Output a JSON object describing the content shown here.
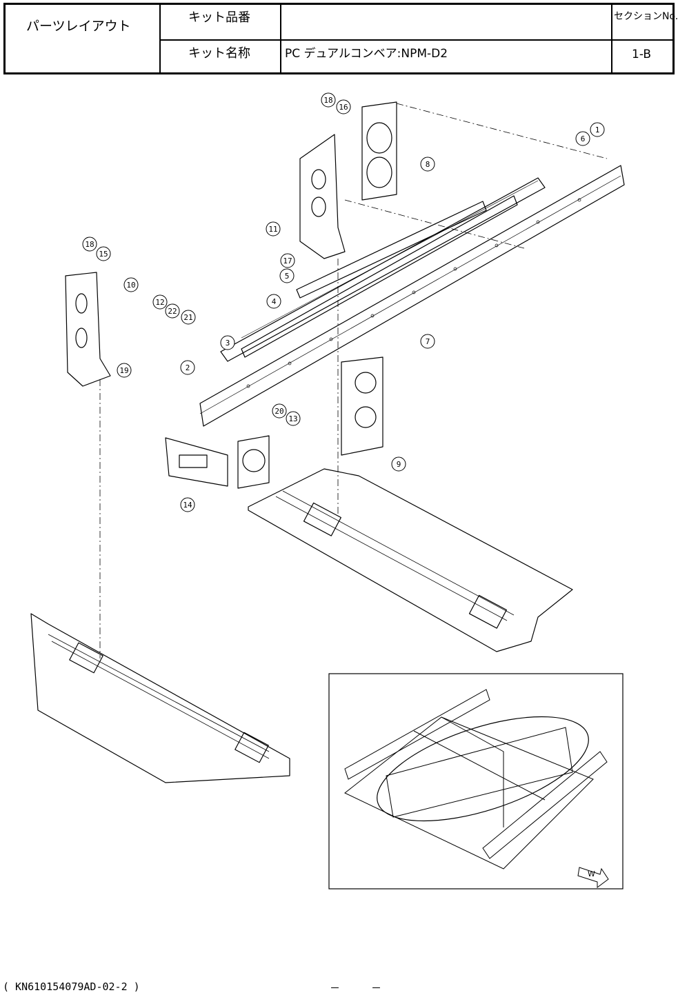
{
  "header": {
    "title": "パーツレイアウト",
    "kit_number_label": "キット品番",
    "kit_number_value": "",
    "kit_name_label": "キット名称",
    "kit_name_value": "PC デュアルコンベア:NPM-D2",
    "section_label": "セクションNo.",
    "section_value": "1-B"
  },
  "callouts": [
    "1",
    "2",
    "3",
    "4",
    "5",
    "6",
    "7",
    "8",
    "9",
    "10",
    "11",
    "12",
    "13",
    "14",
    "15",
    "16",
    "17",
    "18",
    "18",
    "19",
    "20",
    "21",
    "22"
  ],
  "inset": {
    "direction_label": "W"
  },
  "footer": {
    "document_code": "( KN610154079AD-02-2 )",
    "page_marker": "－　　　－"
  }
}
